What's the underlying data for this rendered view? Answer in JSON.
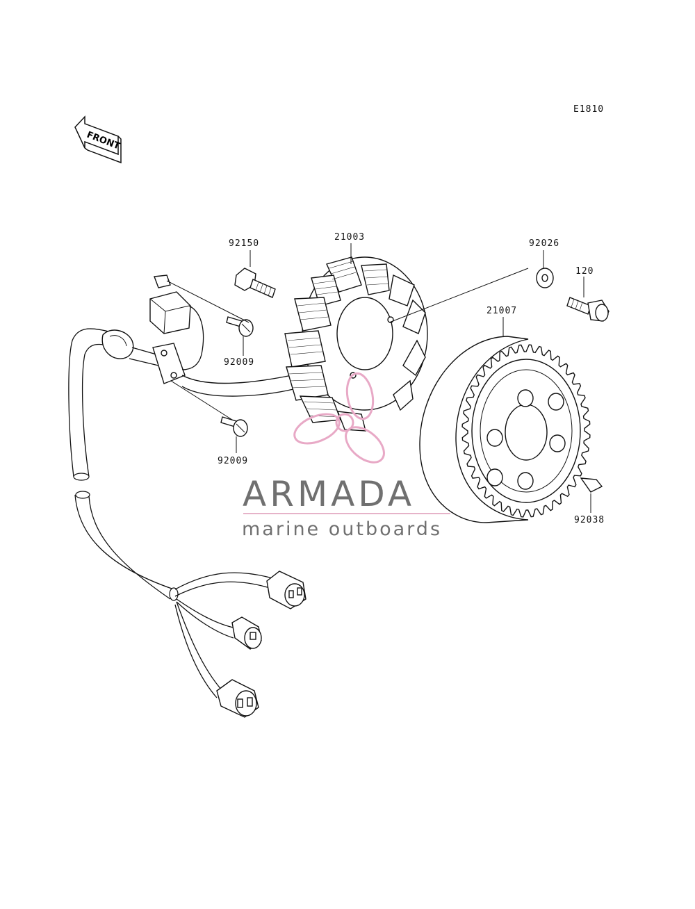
{
  "diagram_code": "E1810",
  "front_arrow_label": "FRONT",
  "parts": {
    "p92150": "92150",
    "p21003": "21003",
    "p92026": "92026",
    "p120": "120",
    "p21007": "21007",
    "p92009a": "92009",
    "p92009b": "92009",
    "p92038": "92038"
  },
  "watermark": {
    "brand": "ARMADA",
    "tagline": "marine outboards",
    "brand_color": "#707070",
    "rule_color": "#e6b3c9",
    "logo_color": "#e8a9c6"
  }
}
